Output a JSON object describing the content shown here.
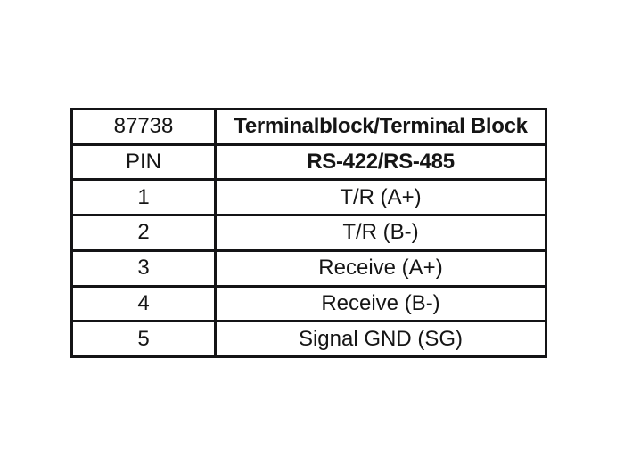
{
  "document": {
    "background": "#ffffff",
    "border_color": "#141416",
    "text_color": "#151515"
  },
  "table": {
    "header": {
      "part_number": "87738",
      "title": "Terminalblock/Terminal Block",
      "pin_label": "PIN",
      "interface": "RS-422/RS-485"
    },
    "rows": [
      {
        "pin": "1",
        "signal": "T/R (A+)"
      },
      {
        "pin": "2",
        "signal": "T/R (B-)"
      },
      {
        "pin": "3",
        "signal": "Receive (A+)"
      },
      {
        "pin": "4",
        "signal": "Receive (B-)"
      },
      {
        "pin": "5",
        "signal": "Signal GND (SG)"
      }
    ]
  }
}
